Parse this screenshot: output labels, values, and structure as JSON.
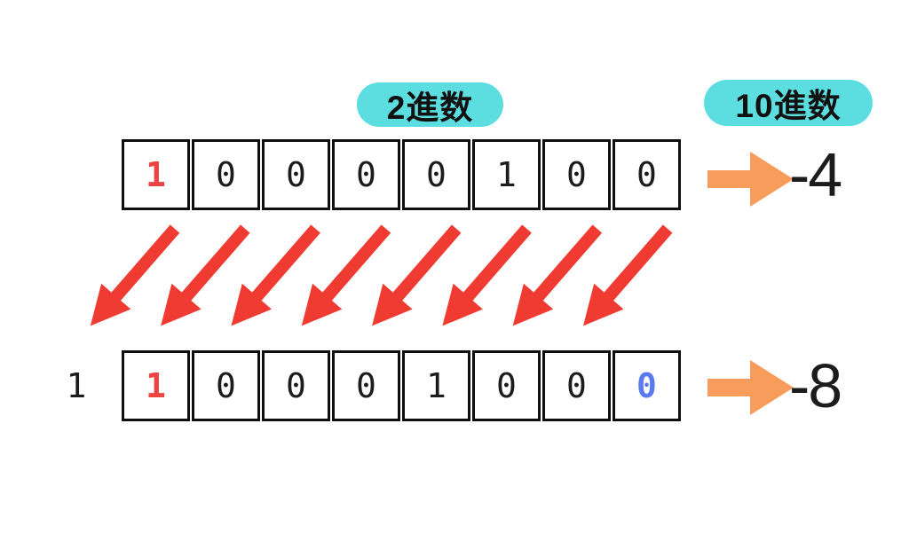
{
  "labels": {
    "binary": "2進数",
    "decimal": "10進数"
  },
  "top_row": {
    "bits": [
      "1",
      "0",
      "0",
      "0",
      "0",
      "1",
      "0",
      "0"
    ],
    "highlights": {
      "0": "red"
    },
    "decimal_value": "-4"
  },
  "bottom_row": {
    "shifted_out_bit": "1",
    "bits": [
      "1",
      "0",
      "0",
      "0",
      "1",
      "0",
      "0",
      "0"
    ],
    "highlights": {
      "0": "red",
      "7": "blue"
    },
    "decimal_value": "-8"
  },
  "shift_arrows": {
    "count": 8,
    "direction": "down-left"
  },
  "colors": {
    "pill_bg": "#5CDDDF",
    "shift_arrow": "#EF3B32",
    "convert_arrow": "#F89C5B",
    "bit_red": "#EE4343",
    "bit_blue": "#5B79F0",
    "border": "#0F0F0F",
    "text": "#1C1C1C"
  }
}
